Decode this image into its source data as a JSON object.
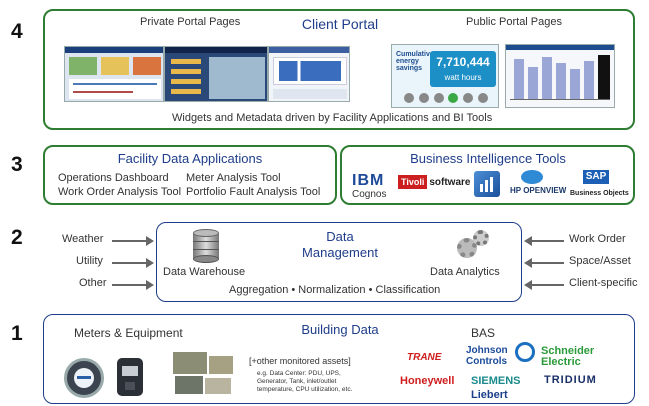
{
  "layers": [
    {
      "number": "4"
    },
    {
      "number": "3"
    },
    {
      "number": "2"
    },
    {
      "number": "1"
    }
  ],
  "client_portal": {
    "title": "Client Portal",
    "private_label": "Private Portal Pages",
    "public_label": "Public Portal Pages",
    "caption": "Widgets and Metadata driven by Facility Applications and BI Tools",
    "energy_widget": {
      "headline_lines": [
        "Cumulative",
        "energy",
        "savings"
      ],
      "value": "7,710,444",
      "unit": "watt hours"
    }
  },
  "facility_apps": {
    "title": "Facility Data Applications",
    "items": [
      "Operations Dashboard",
      "Meter Analysis Tool",
      "Work Order Analysis Tool",
      "Portfolio Fault Analysis Tool"
    ]
  },
  "bi_tools": {
    "title": "Business Intelligence Tools",
    "vendors": [
      {
        "name": "IBM",
        "sub": "Cognos"
      },
      {
        "name": "Tivoli",
        "sub": "software"
      },
      {
        "name": "HP OPENVIEW"
      },
      {
        "name": "SAP",
        "sub": "Business Objects"
      }
    ]
  },
  "data_management": {
    "title_line1": "Data",
    "title_line2": "Management",
    "warehouse_label": "Data Warehouse",
    "analytics_label": "Data Analytics",
    "caption": "Aggregation • Normalization • Classification",
    "inputs_left": [
      "Weather",
      "Utility",
      "Other"
    ],
    "inputs_right": [
      "Work Order",
      "Space/Asset",
      "Client-specific"
    ]
  },
  "building_data": {
    "title": "Building Data",
    "meters_label": "Meters & Equipment",
    "bas_label": "BAS",
    "other_assets_title": "[+other monitored assets]",
    "other_assets_detail": [
      "e.g. Data Center: PDU, UPS,",
      "Generator, Tank, inlet/outlet",
      "temperature, CPU utilization, etc."
    ],
    "bas_vendors": [
      "TRANE",
      "Johnson Controls",
      "Schneider Electric",
      "Honeywell",
      "SIEMENS",
      "TRIDIUM",
      "Liebert"
    ]
  },
  "colors": {
    "green_border": "#2e7d32",
    "blue_border": "#1f3d8a",
    "title_blue": "#1f3d8a"
  }
}
